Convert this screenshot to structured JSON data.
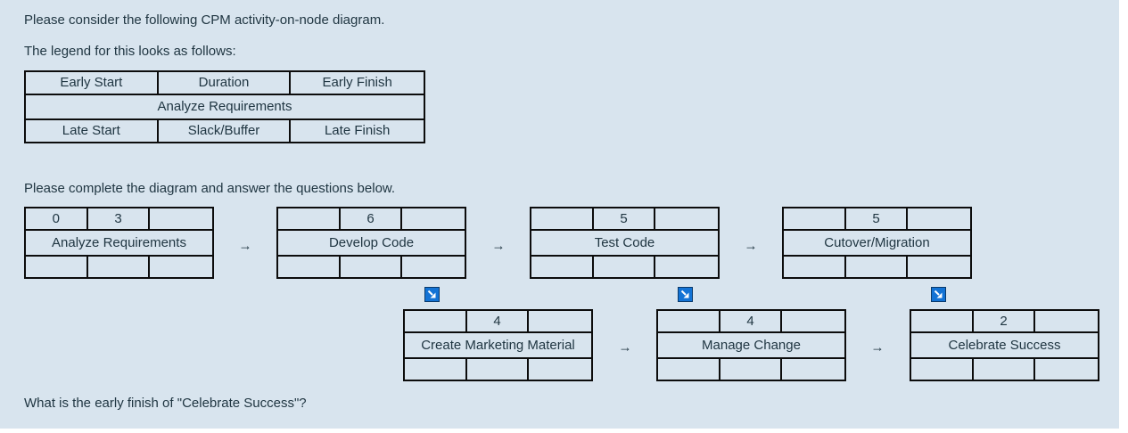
{
  "page": {
    "intro_line1": "Please consider the following CPM activity-on-node diagram.",
    "intro_line2": "The legend for this looks as follows:",
    "instruction": "Please complete the diagram and answer the questions below.",
    "question": "What is the early finish of \"Celebrate Success\"?"
  },
  "legend": {
    "header": [
      "Early Start",
      "Duration",
      "Early Finish"
    ],
    "activity_name": "Analyze Requirements",
    "footer": [
      "Late Start",
      "Slack/Buffer",
      "Late Finish"
    ]
  },
  "diagram": {
    "arrow_glyph": "→",
    "link_icon_meaning": "dependency-down-right-arrow",
    "top_nodes": [
      {
        "name": "Analyze Requirements",
        "early_start": "0",
        "duration": "3",
        "early_finish": "",
        "late_start": "",
        "slack": "",
        "late_finish": ""
      },
      {
        "name": "Develop Code",
        "early_start": "",
        "duration": "6",
        "early_finish": "",
        "late_start": "",
        "slack": "",
        "late_finish": ""
      },
      {
        "name": "Test Code",
        "early_start": "",
        "duration": "5",
        "early_finish": "",
        "late_start": "",
        "slack": "",
        "late_finish": ""
      },
      {
        "name": "Cutover/Migration",
        "early_start": "",
        "duration": "5",
        "early_finish": "",
        "late_start": "",
        "slack": "",
        "late_finish": ""
      }
    ],
    "bottom_nodes": [
      {
        "name": "Create Marketing Material",
        "early_start": "",
        "duration": "4",
        "early_finish": "",
        "late_start": "",
        "slack": "",
        "late_finish": ""
      },
      {
        "name": "Manage Change",
        "early_start": "",
        "duration": "4",
        "early_finish": "",
        "late_start": "",
        "slack": "",
        "late_finish": ""
      },
      {
        "name": "Celebrate Success",
        "early_start": "",
        "duration": "2",
        "early_finish": "",
        "late_start": "",
        "slack": "",
        "late_finish": ""
      }
    ]
  },
  "colors": {
    "canvas_background": "#d8e4ee",
    "table_border": "#0c0c0c",
    "text": "#203642",
    "link_icon_blue": "#1373d5"
  }
}
